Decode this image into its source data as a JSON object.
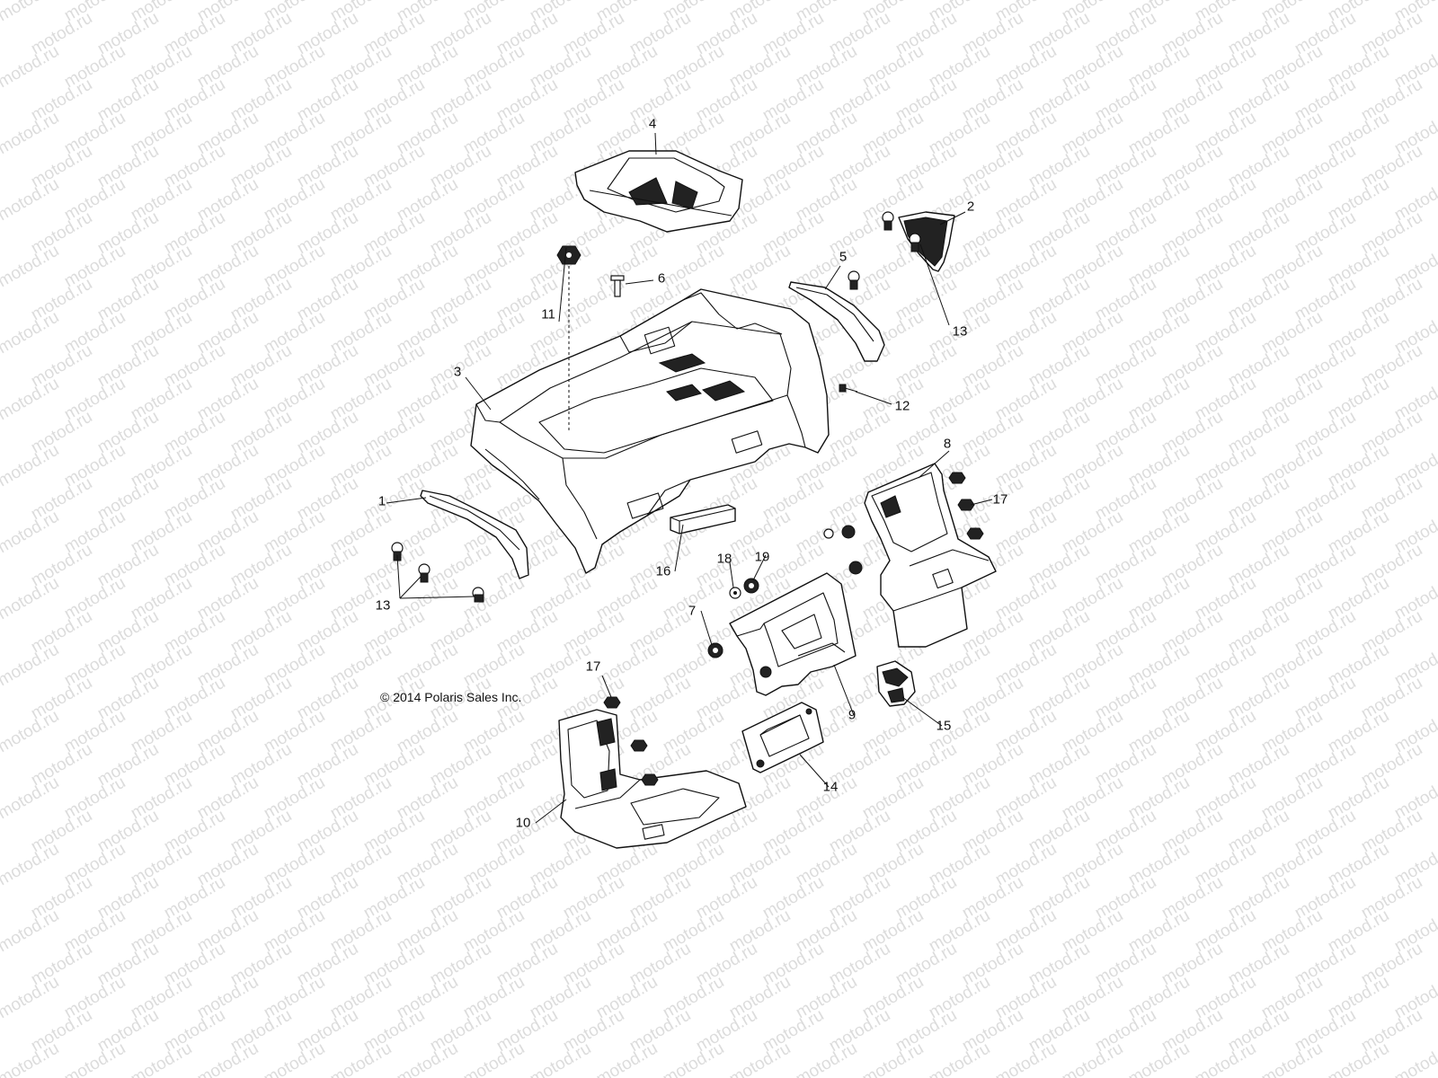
{
  "watermark": {
    "text": "motod.ru"
  },
  "copyright": "© 2014 Polaris Sales Inc.",
  "callouts": [
    {
      "id": "c1",
      "text": "1"
    },
    {
      "id": "c2",
      "text": "2"
    },
    {
      "id": "c3",
      "text": "3"
    },
    {
      "id": "c4",
      "text": "4"
    },
    {
      "id": "c5",
      "text": "5"
    },
    {
      "id": "c6",
      "text": "6"
    },
    {
      "id": "c7",
      "text": "7"
    },
    {
      "id": "c8",
      "text": "8"
    },
    {
      "id": "c9",
      "text": "9"
    },
    {
      "id": "c10",
      "text": "10"
    },
    {
      "id": "c11",
      "text": "11"
    },
    {
      "id": "c12",
      "text": "12"
    },
    {
      "id": "c13a",
      "text": "13"
    },
    {
      "id": "c13b",
      "text": "13"
    },
    {
      "id": "c14",
      "text": "14"
    },
    {
      "id": "c15",
      "text": "15"
    },
    {
      "id": "c16",
      "text": "16"
    },
    {
      "id": "c17a",
      "text": "17"
    },
    {
      "id": "c17b",
      "text": "17"
    },
    {
      "id": "c18",
      "text": "18"
    },
    {
      "id": "c19",
      "text": "19"
    }
  ]
}
